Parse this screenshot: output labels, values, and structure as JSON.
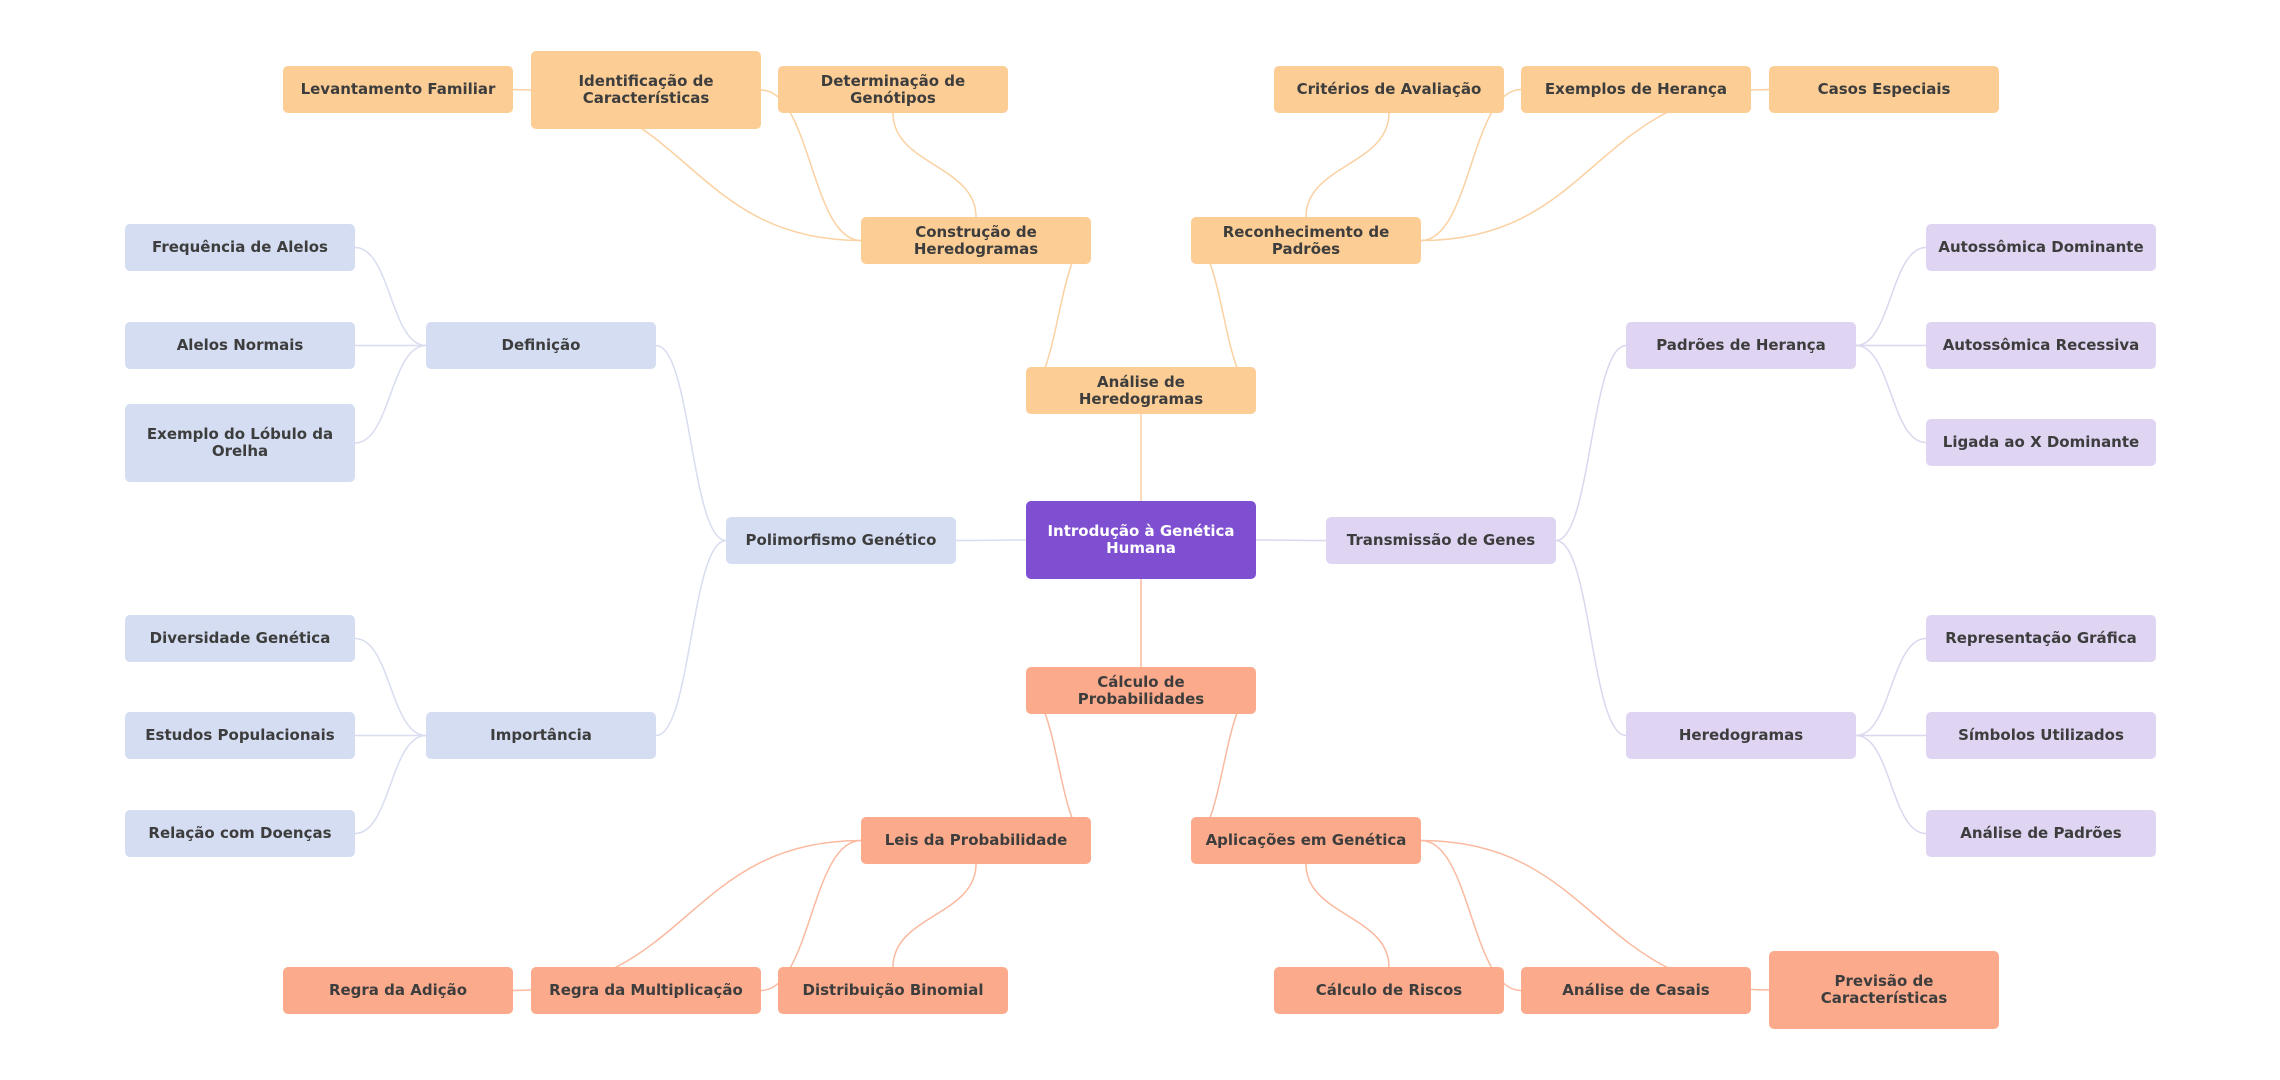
{
  "colors": {
    "root": "#7e4fd1",
    "orange": "#fccd94",
    "orange_edge": "#fbd1a2",
    "blue": "#d5ddf2",
    "blue_edge": "#d8ddef",
    "purple": "#dfd4f2",
    "purple_edge": "#dcd6ef",
    "salmon": "#fbab8c",
    "salmon_edge": "#fbb99f"
  },
  "root": "Introdução à Genética Humana",
  "branches": {
    "heredogramas": "Análise de Heredogramas",
    "construcao": "Construção de Heredogramas",
    "levantamento": "Levantamento Familiar",
    "identificacao": "Identificação de Características",
    "determinacao": "Determinação de Genótipos",
    "reconhecimento": "Reconhecimento de Padrões",
    "criterios": "Critérios de Avaliação",
    "exemplos": "Exemplos de Herança",
    "casos": "Casos Especiais",
    "polimorfismo": "Polimorfismo Genético",
    "definicao": "Definição",
    "frequencia": "Frequência de Alelos",
    "alelos": "Alelos Normais",
    "lobulo": "Exemplo do Lóbulo da Orelha",
    "importancia": "Importância",
    "diversidade": "Diversidade Genética",
    "estudos": "Estudos Populacionais",
    "relacao": "Relação com Doenças",
    "transmissao": "Transmissão de Genes",
    "padroes": "Padrões de Herança",
    "autodom": "Autossômica Dominante",
    "autorec": "Autossômica Recessiva",
    "ligadax": "Ligada ao X Dominante",
    "heredo2": "Heredogramas",
    "representacao": "Representação Gráfica",
    "simbolos": "Símbolos Utilizados",
    "analisepad": "Análise de Padrões",
    "calculo": "Cálculo de Probabilidades",
    "leis": "Leis da Probabilidade",
    "adicao": "Regra da Adição",
    "multiplicacao": "Regra da Multiplicação",
    "binomial": "Distribuição Binomial",
    "aplicacoes": "Aplicações em Genética",
    "riscos": "Cálculo de Riscos",
    "casais": "Análise de Casais",
    "previsao": "Previsão de Características"
  },
  "edges": [
    [
      "root",
      "heredogramas"
    ],
    [
      "root",
      "polimorfismo"
    ],
    [
      "root",
      "transmissao"
    ],
    [
      "root",
      "calculo"
    ],
    [
      "heredogramas",
      "construcao"
    ],
    [
      "heredogramas",
      "reconhecimento"
    ],
    [
      "construcao",
      "levantamento"
    ],
    [
      "construcao",
      "identificacao"
    ],
    [
      "construcao",
      "determinacao"
    ],
    [
      "reconhecimento",
      "criterios"
    ],
    [
      "reconhecimento",
      "exemplos"
    ],
    [
      "reconhecimento",
      "casos"
    ],
    [
      "polimorfismo",
      "definicao"
    ],
    [
      "polimorfismo",
      "importancia"
    ],
    [
      "definicao",
      "frequencia"
    ],
    [
      "definicao",
      "alelos"
    ],
    [
      "definicao",
      "lobulo"
    ],
    [
      "importancia",
      "diversidade"
    ],
    [
      "importancia",
      "estudos"
    ],
    [
      "importancia",
      "relacao"
    ],
    [
      "transmissao",
      "padroes"
    ],
    [
      "transmissao",
      "heredo2"
    ],
    [
      "padroes",
      "autodom"
    ],
    [
      "padroes",
      "autorec"
    ],
    [
      "padroes",
      "ligadax"
    ],
    [
      "heredo2",
      "representacao"
    ],
    [
      "heredo2",
      "simbolos"
    ],
    [
      "heredo2",
      "analisepad"
    ],
    [
      "calculo",
      "leis"
    ],
    [
      "calculo",
      "aplicacoes"
    ],
    [
      "leis",
      "adicao"
    ],
    [
      "leis",
      "multiplicacao"
    ],
    [
      "leis",
      "binomial"
    ],
    [
      "aplicacoes",
      "riscos"
    ],
    [
      "aplicacoes",
      "casais"
    ],
    [
      "aplicacoes",
      "previsao"
    ]
  ]
}
